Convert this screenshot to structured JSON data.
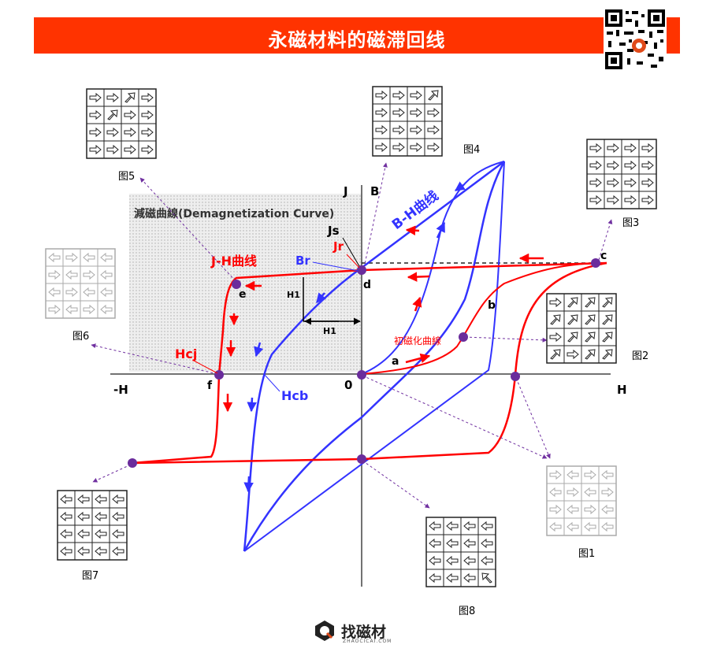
{
  "title": "永磁材料的磁滞回线",
  "colors": {
    "banner": "#ff3300",
    "jh_curve": "#ff0000",
    "bh_curve": "#3333ff",
    "marker": "#6a2c9c",
    "figure_label": "#7030a0"
  },
  "demag_region": {
    "label": "減磁曲線(Demagnetization Curve)"
  },
  "axes": {
    "j": "J",
    "b": "B",
    "neg_h": "-H",
    "h": "H",
    "origin": "0"
  },
  "curves": {
    "jh": "J-H曲线",
    "bh": "B-H曲线",
    "initial": "初磁化曲線"
  },
  "points": {
    "a": "a",
    "b": "b",
    "c": "c",
    "d": "d",
    "e": "e",
    "f": "f"
  },
  "markers": {
    "js": "Js",
    "jr": "Jr",
    "br": "Br",
    "hcj": "Hcj",
    "hcb": "Hcb",
    "h1_vertical": "H1",
    "h1_horizontal": "H1"
  },
  "figures": [
    "图1",
    "图2",
    "图3",
    "图4",
    "图5",
    "图6",
    "图7",
    "图8"
  ],
  "logo": {
    "name": "找磁材",
    "sub": "ZHAOCICAI.COM"
  }
}
